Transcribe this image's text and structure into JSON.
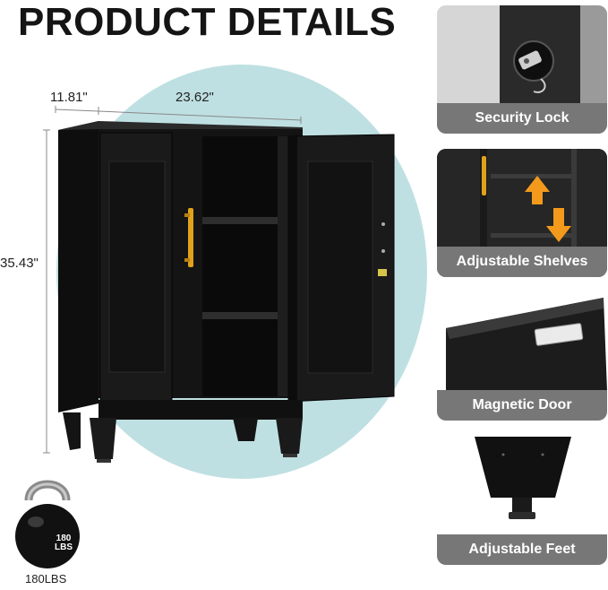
{
  "title": "PRODUCT DETAILS",
  "dimensions": {
    "depth": "11.81\"",
    "width": "23.62\"",
    "height": "35.43\""
  },
  "weight": {
    "badge_top": "180",
    "badge_bottom": "LBS",
    "label": "180LBS"
  },
  "features": [
    {
      "label": "Security Lock",
      "icon": "lock-icon"
    },
    {
      "label": "Adjustable Shelves",
      "icon": "shelf-arrows-icon"
    },
    {
      "label": "Magnetic Door",
      "icon": "magnet-icon"
    },
    {
      "label": "Adjustable Feet",
      "icon": "foot-icon"
    }
  ],
  "colors": {
    "cabinet": "#161616",
    "handle": "#e0a21c",
    "arrow": "#f39a1c",
    "circle": "#bfe0e2",
    "caption_bg": "#777777"
  }
}
